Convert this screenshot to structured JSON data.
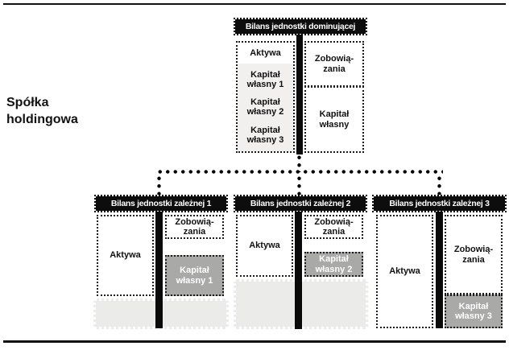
{
  "holding_label": "Spółka\nholdingowa",
  "parent": {
    "title": "Bilans jednostki dominującej",
    "assets": "Aktywa",
    "equity_items": [
      "Kapitał\nwłasny 1",
      "Kapitał\nwłasny 2",
      "Kapitał\nwłasny 3"
    ],
    "liabilities": "Zobowią-\nzania",
    "equity": "Kapitał\nwłasny"
  },
  "subsidiaries": [
    {
      "title": "Bilans jednostki zależnej 1",
      "assets": "Aktywa",
      "liabilities": "Zobowią-\nzania",
      "equity": "Kapitał\nwłasny 1"
    },
    {
      "title": "Bilans jednostki zależnej 2",
      "assets": "Aktywa",
      "liabilities": "Zobowią-\nzania",
      "equity": "Kapitał\nwłasny 2"
    },
    {
      "title": "Bilans jednostki zależnej 3",
      "assets": "Aktywa",
      "liabilities": "Zobowią-\nzania",
      "equity": "Kapitał\nwłasny 3"
    }
  ],
  "colors": {
    "header_bg": "#0d0d0d",
    "header_text": "#ffffff",
    "equity_fill": "#a9a9a7",
    "equity_text": "#ffffff",
    "light_fill": "#ebebe9",
    "parent_equity_panel_fill": "#f1f0ee",
    "line_color": "#000000"
  }
}
